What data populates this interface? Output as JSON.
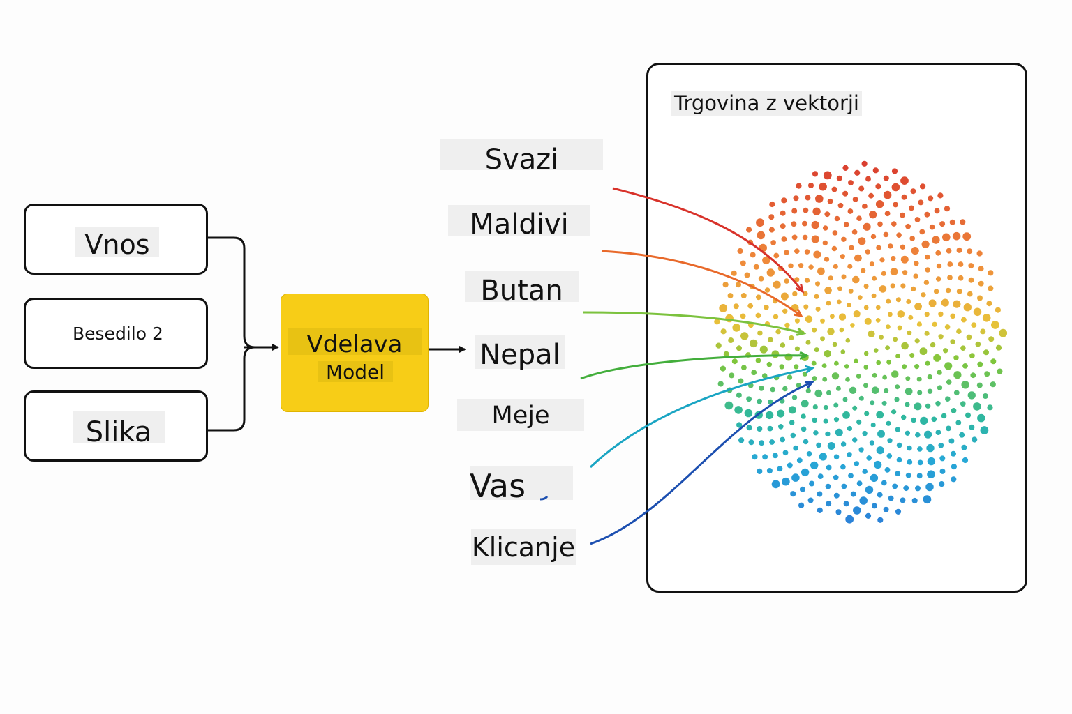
{
  "inputs": {
    "text1": "Vnos",
    "text2": "Besedilo 2",
    "image": "Slika"
  },
  "embedding_model": {
    "line1": "Vdelava",
    "line2": "Model"
  },
  "vector_store": {
    "title": "Trgovina z vektorji"
  },
  "words": [
    {
      "label": "Svazi",
      "color": "#d8322a"
    },
    {
      "label": "Maldivi",
      "color": "#e8692a"
    },
    {
      "label": "Butan",
      "color": "#7cc23e"
    },
    {
      "label": "Nepal",
      "color": "#43ae3c"
    },
    {
      "label": "Meje",
      "color": "#cfcfcf"
    },
    {
      "label": "Vas",
      "color": "#1aa5c3"
    },
    {
      "label": "Klicanje",
      "color": "#1c4fb0"
    }
  ],
  "colors": {
    "model_fill": "#f7cd17",
    "border": "#111111",
    "dot_top": "#d93a2e",
    "dot_middle": "#7fc63b",
    "dot_bottom": "#2b7fd8"
  }
}
